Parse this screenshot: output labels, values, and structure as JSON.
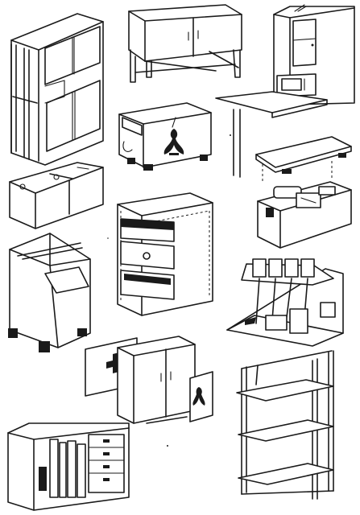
{
  "page": {
    "background": "#ffffff",
    "ink": "#1a1a1a"
  },
  "illustration": {
    "style": "black line drawing",
    "items": [
      {
        "id": "folding-wall-cabinet"
      },
      {
        "id": "sideboard-on-legs"
      },
      {
        "id": "wall-cabinet-fold-down-table"
      },
      {
        "id": "storage-chest-with-fleur-emblem"
      },
      {
        "id": "low-double-wall-box"
      },
      {
        "id": "tray-lid-with-tool-box"
      },
      {
        "id": "drawer-pedestal-cabinet"
      },
      {
        "id": "slanted-bin-cabinet"
      },
      {
        "id": "open-flap-wall-cabinet"
      },
      {
        "id": "first-aid-wall-cabinets"
      },
      {
        "id": "open-shelf-rack"
      },
      {
        "id": "cabinet-with-drawers-and-books"
      }
    ]
  }
}
